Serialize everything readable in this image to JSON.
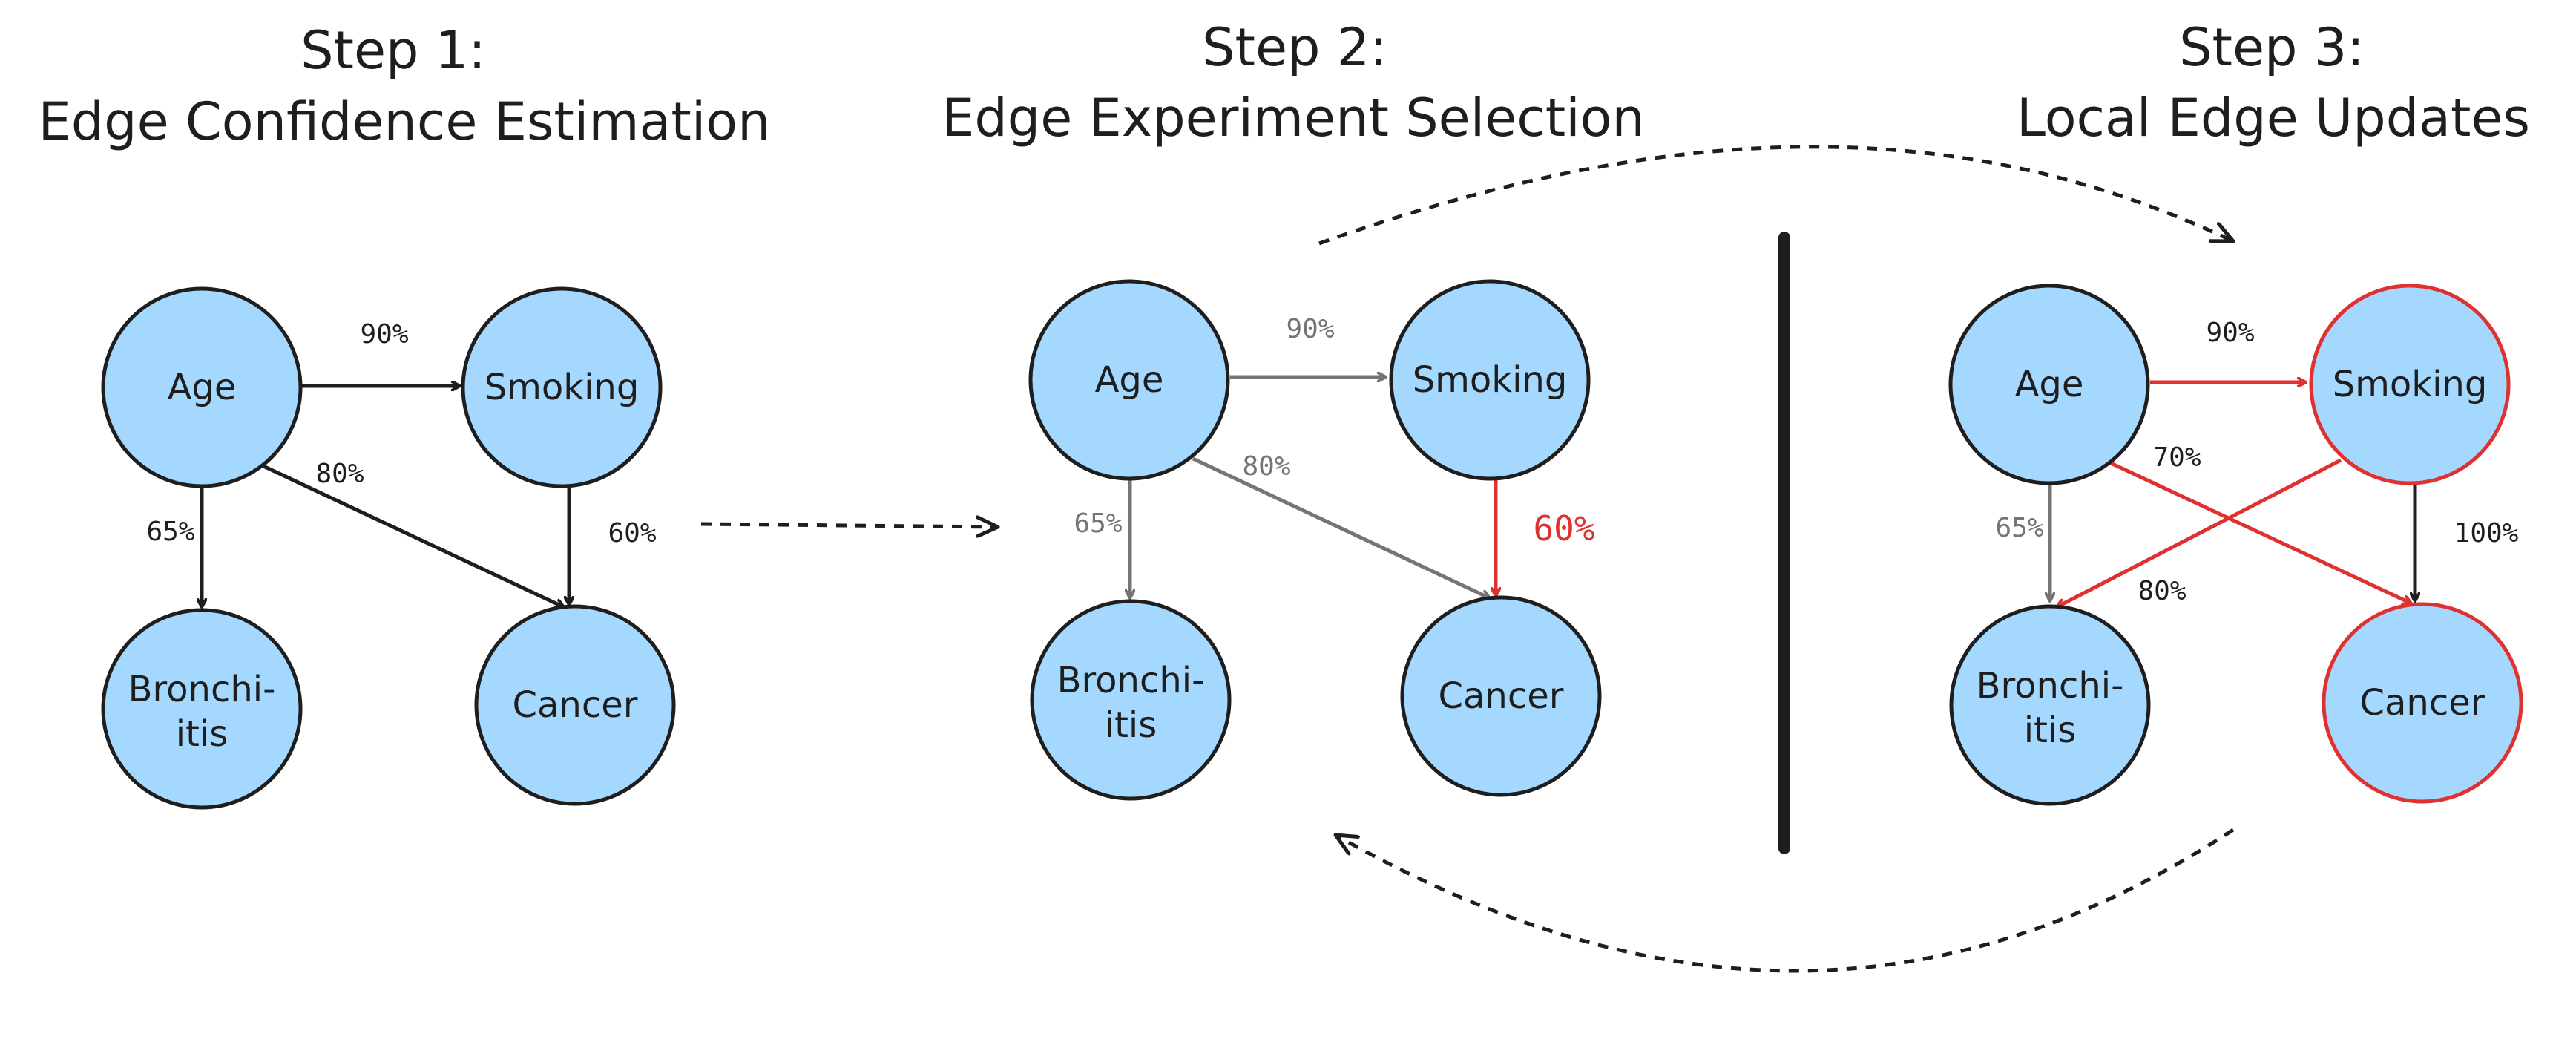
{
  "colors": {
    "node_fill": "#a5d8ff",
    "stroke": "#1e1e1e",
    "muted": "#757575",
    "highlight": "#e03131"
  },
  "steps": [
    {
      "title_line1": "Step 1:",
      "title_line2": "Edge Confidence Estimation",
      "nodes": {
        "age": "Age",
        "smoking": "Smoking",
        "bronchitis_line1": "Bronchi-",
        "bronchitis_line2": "itis",
        "cancer": "Cancer"
      },
      "edges": {
        "age_smoking": "90%",
        "age_cancer": "80%",
        "age_bronchitis": "65%",
        "smoking_cancer": "60%"
      }
    },
    {
      "title_line1": "Step 2:",
      "title_line2": "Edge Experiment Selection",
      "nodes": {
        "age": "Age",
        "smoking": "Smoking",
        "bronchitis_line1": "Bronchi-",
        "bronchitis_line2": "itis",
        "cancer": "Cancer"
      },
      "edges": {
        "age_smoking": "90%",
        "age_cancer": "80%",
        "age_bronchitis": "65%",
        "smoking_cancer": "60%"
      }
    },
    {
      "title_line1": "Step 3:",
      "title_line2": "Local Edge Updates",
      "nodes": {
        "age": "Age",
        "smoking": "Smoking",
        "bronchitis_line1": "Bronchi-",
        "bronchitis_line2": "itis",
        "cancer": "Cancer"
      },
      "edges": {
        "age_smoking": "90%",
        "age_cancer": "70%",
        "age_bronchitis": "65%",
        "smoking_bronchitis": "80%",
        "smoking_cancer": "100%"
      }
    }
  ]
}
